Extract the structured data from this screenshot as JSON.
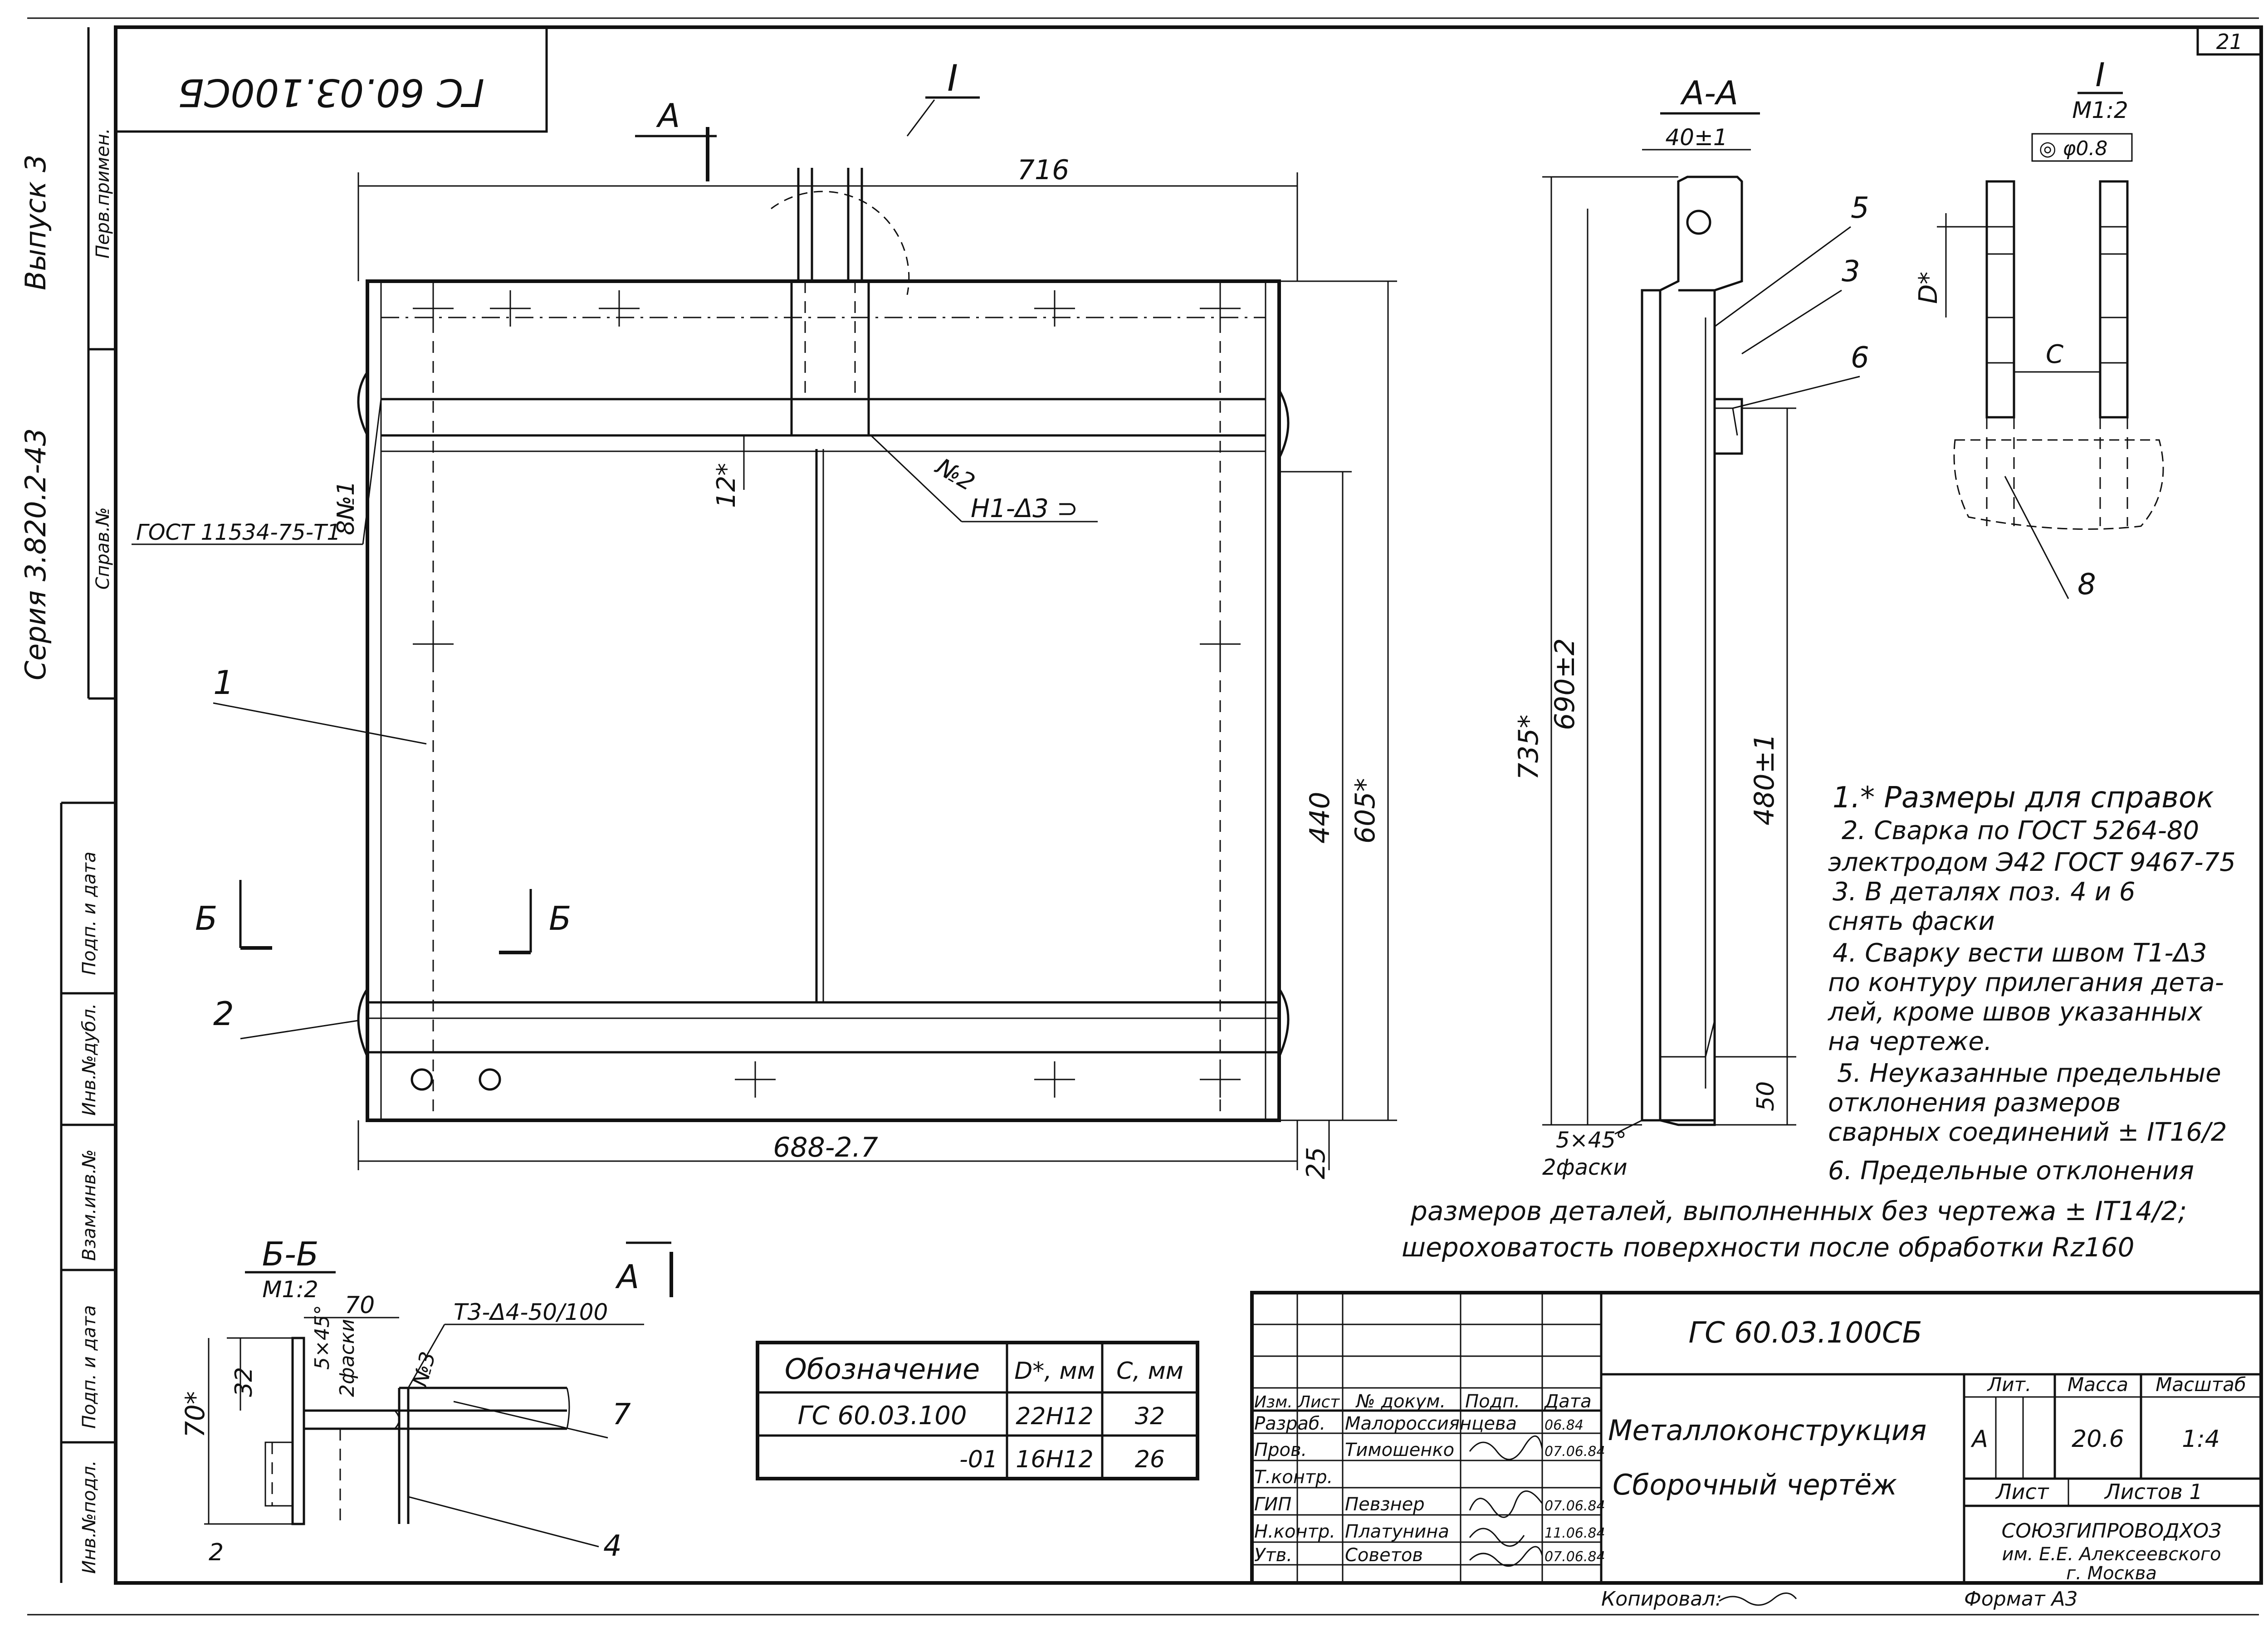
{
  "sheet_number": "21",
  "stamp_top_left": "ГС 60.03.100СБ",
  "side_strip": {
    "series": "Серия 3.820.2-43",
    "issue": "Выпуск 3",
    "perv_primen": "Перв.примен.",
    "sprav_no": "Справ.№",
    "podp_data_1": "Подп. и дата",
    "inv_dubl": "Инв.№дубл.",
    "vzam_inv": "Взам.инв.№",
    "podp_data_2": "Подп. и дата",
    "inv_podl": "Инв.№подл."
  },
  "main_view": {
    "section_mark_I": "I",
    "section_A_top": "А",
    "section_A_bottom": "А",
    "section_B_left": "Б",
    "section_B_right": "Б",
    "dim_716": "716",
    "dim_12": "12*",
    "dim_440": "440",
    "dim_605": "605*",
    "dim_688": "688-2.7",
    "dim_25": "25",
    "gost_label": "ГОСТ 11534-75-Т1",
    "weld_8": "8№1",
    "weld_2_num": "№2",
    "weld_2_label": "Н1-Δ3 ⊃",
    "pos_1": "1",
    "pos_2": "2"
  },
  "section_AA": {
    "title": "А-А",
    "dim_40": "40±1",
    "dim_735": "735*",
    "dim_690": "690±2",
    "dim_480": "480±1",
    "dim_50": "50",
    "chamfer": "5×45°",
    "chamfer_note": "2фаски",
    "pos_5": "5",
    "pos_3": "3",
    "pos_6": "6"
  },
  "detail_I": {
    "title": "I",
    "scale": "М1:2",
    "tolerance": "◎ φ0.8",
    "dim_D": "D*",
    "dim_C": "C",
    "pos_8": "8"
  },
  "section_BB": {
    "title": "Б-Б",
    "scale": "М1:2",
    "dim_70_top": "70",
    "dim_70_side": "70*",
    "dim_32": "32",
    "dim_2": "2",
    "chamfer": "5×45°",
    "chamfer_note": "2фаски",
    "weld_3_num": "№3",
    "weld_3_label": "Т3-Δ4-50/100",
    "pos_7": "7",
    "pos_4": "4"
  },
  "notes": [
    "1.* Размеры для справок",
    "2. Сварка по ГОСТ 5264-80",
    "электродом Э42 ГОСТ 9467-75",
    "3. В деталях поз. 4 и 6",
    "снять фаски",
    "4. Сварку вести швом Т1-Δ3",
    "по контуру прилегания дета-",
    "лей, кроме швов указанных",
    "на чертеже.",
    "5. Неуказанные предельные",
    "отклонения размеров",
    "сварных соединений ± IT16/2",
    "6. Предельные отклонения"
  ],
  "notes_tail": [
    "размеров деталей, выполненных без чертежа ± IT14/2;",
    "шероховатость поверхности после обработки Rz160"
  ],
  "variants_table": {
    "headers": [
      "Обозначение",
      "D*, мм",
      "C, мм"
    ],
    "rows": [
      [
        "ГС 60.03.100",
        "22Н12",
        "32"
      ],
      [
        "-01",
        "16Н12",
        "26"
      ]
    ]
  },
  "title_block": {
    "designation": "ГС 60.03.100СБ",
    "name_1": "Металлоконструкция",
    "name_2": "Сборочный чертёж",
    "col_headers": [
      "Изм.",
      "Лист",
      "№ докум.",
      "Подп.",
      "Дата"
    ],
    "staff": [
      {
        "role": "Разраб.",
        "name": "Малороссиянцева",
        "date": "06.84"
      },
      {
        "role": "Пров.",
        "name": "Тимошенко",
        "date": "07.06.84"
      },
      {
        "role": "Т.контр.",
        "name": "",
        "date": ""
      },
      {
        "role": "ГИП",
        "name": "Певзнер",
        "date": "07.06.84"
      },
      {
        "role": "Н.контр.",
        "name": "Платунина",
        "date": "11.06.84"
      },
      {
        "role": "Утв.",
        "name": "Советов",
        "date": "07.06.84"
      }
    ],
    "lit_label": "Лит.",
    "mass_label": "Масса",
    "scale_label": "Масштаб",
    "lit_value": "А",
    "mass_value": "20.6",
    "scale_value": "1:4",
    "sheet_label": "Лист",
    "sheets_label": "Листов 1",
    "org_1": "СОЮЗГИПРОВОДХОЗ",
    "org_2": "им. Е.Е. Алексеевского",
    "org_3": "г. Москва"
  },
  "copied_label": "Копировал:",
  "format_label": "Формат А3"
}
